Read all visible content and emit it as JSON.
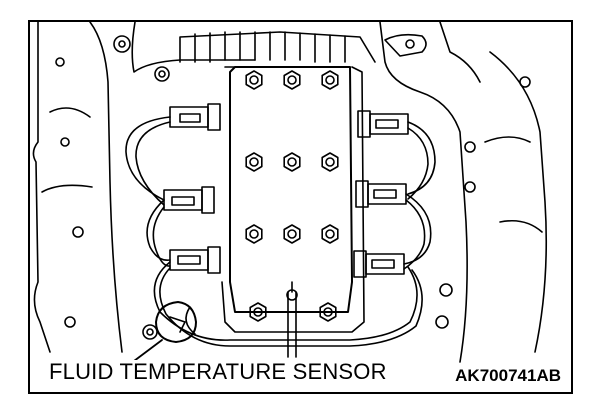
{
  "caption": "FLUID TEMPERATURE SENSOR",
  "figure_id": "AK700741AB",
  "colors": {
    "line": "#000000",
    "background": "#ffffff"
  },
  "diagram": {
    "title": "",
    "components": [
      "valve-body-cover",
      "solenoid-connectors-left",
      "solenoid-connectors-right",
      "wiring-harness",
      "fluid-temperature-sensor"
    ]
  }
}
